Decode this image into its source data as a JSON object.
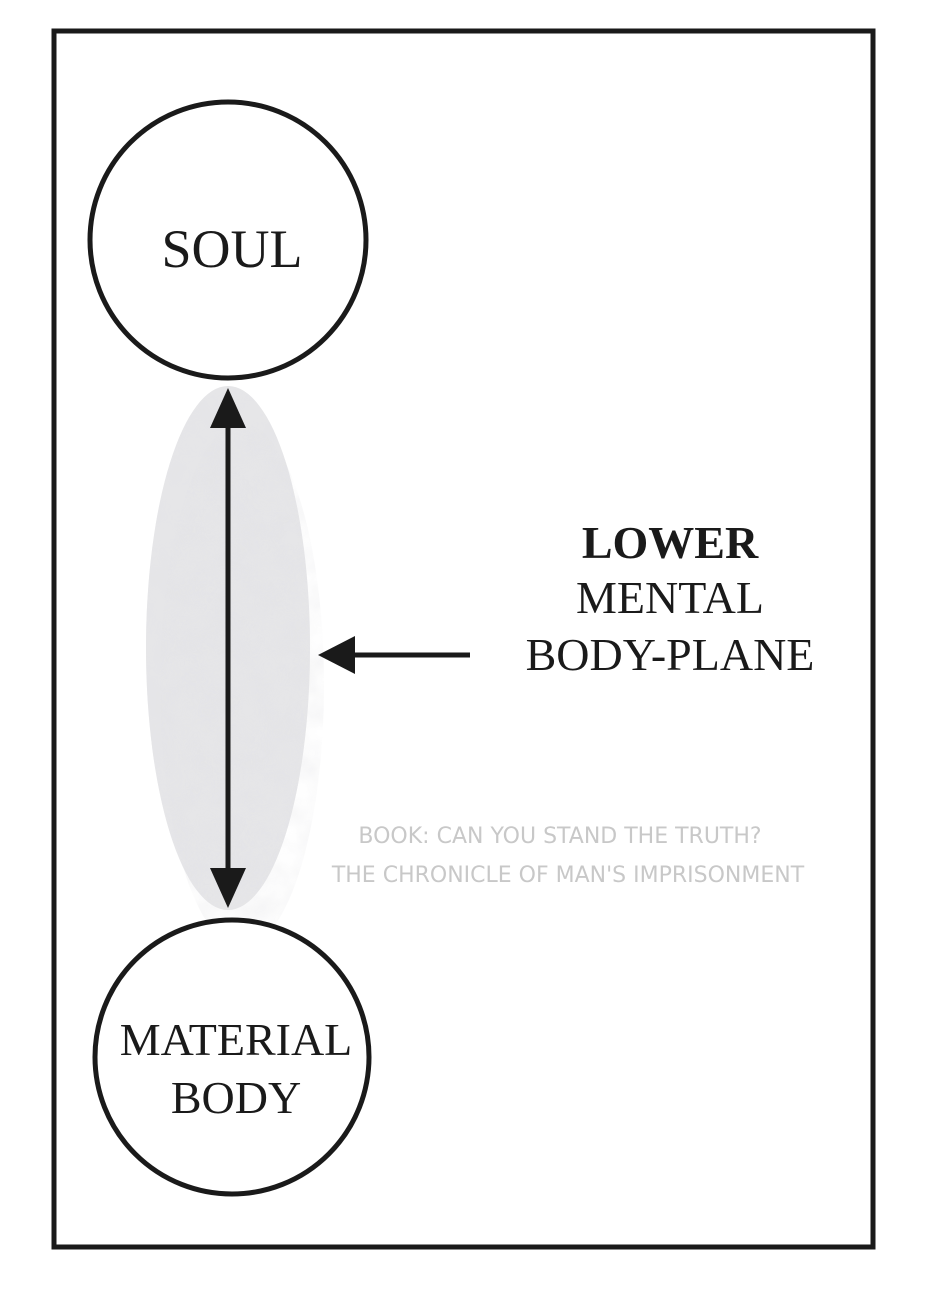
{
  "soul": {
    "label": "SOUL"
  },
  "material_body": {
    "line1": "MATERIAL",
    "line2": "BODY"
  },
  "plane_label": {
    "line1": "LOWER",
    "line2": "MENTAL",
    "line3": "BODY-PLANE"
  },
  "watermark": {
    "line1": "BOOK: CAN YOU STAND THE TRUTH?",
    "line2": "THE CHRONICLE OF MAN'S IMPRISONMENT"
  },
  "colors": {
    "ink": "#1a1a1a",
    "watermark": "#c8c8c8",
    "ellipse_fill": "#d6d6d6"
  }
}
